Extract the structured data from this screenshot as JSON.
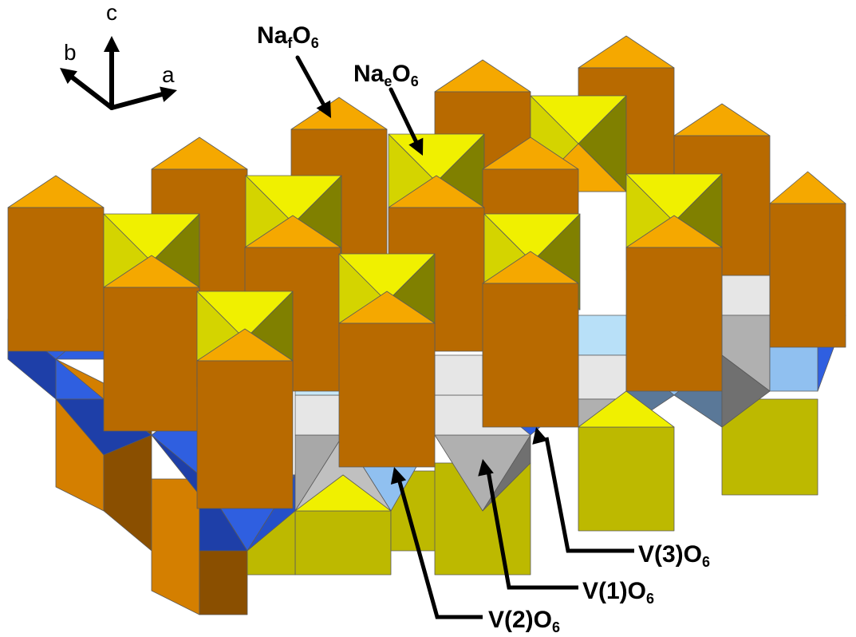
{
  "axes": {
    "a": "a",
    "b": "b",
    "c": "c"
  },
  "labels": {
    "naf": {
      "base": "Na",
      "sub": "f",
      "rest": "O",
      "sub2": "6"
    },
    "nae": {
      "base": "Na",
      "sub": "e",
      "rest": "O",
      "sub2": "6"
    },
    "v3": {
      "base": "V(3)O",
      "sub": "6"
    },
    "v1": {
      "base": "V(1)O",
      "sub": "6"
    },
    "v2": {
      "base": "V(2)O",
      "sub": "6"
    }
  },
  "colors": {
    "na_f_top": "#f5a800",
    "na_f_side": "#b86a00",
    "na_f_lower": "#d47f00",
    "na_e_top": "#f0f000",
    "na_e_side": "#d4d400",
    "na_e_dark": "#808000",
    "na_e_lower": "#bdb900",
    "v_blue": "#2f5fe0",
    "v_blue_dark": "#1e3fa8",
    "v_light": "#90c0f0",
    "v_grey": "#b0b0b0",
    "v_white": "#e6e6e6"
  }
}
